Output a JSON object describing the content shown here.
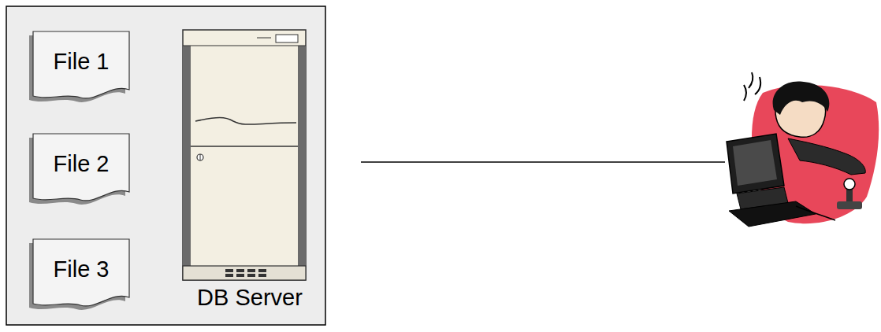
{
  "diagram": {
    "nodes": [
      {
        "text": [
          "File 1"
        ]
      },
      {
        "text": [
          "File 2"
        ]
      },
      {
        "text": [
          "File 3"
        ]
      },
      {
        "text": [
          "DB Server"
        ]
      }
    ]
  }
}
